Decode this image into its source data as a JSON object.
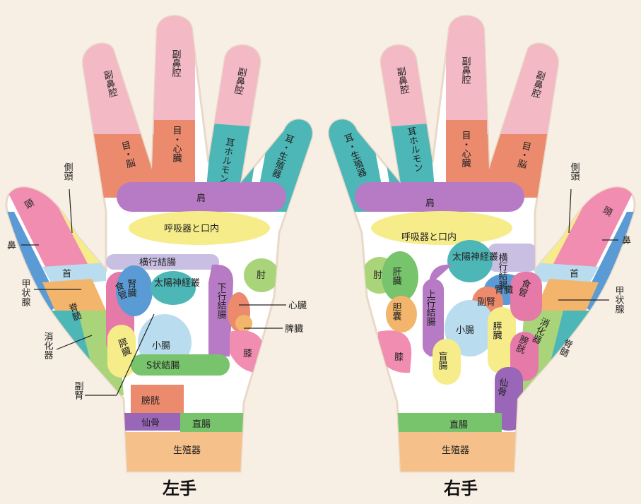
{
  "colors": {
    "background": "#f8efe4",
    "pink_light": "#f3b9c5",
    "salmon": "#ec8a6d",
    "teal": "#4db7b7",
    "purple": "#b77ac4",
    "lavender": "#c8bfe2",
    "yellow": "#f6ec8a",
    "lightgreen": "#a9d47a",
    "green": "#78c46c",
    "blue": "#5b9bd5",
    "lightblue": "#b9dcef",
    "orange": "#f2b56b",
    "magenta": "#e579a7",
    "pink": "#f28db2",
    "salmon_bottom": "#f5c089",
    "darkpurple": "#9a66b8"
  },
  "left_hand": {
    "caption": "左手",
    "fingers": {
      "index_tip": "副鼻腔",
      "index_mid": "目・脳",
      "middle_tip": "副鼻腔",
      "middle_mid": "目・心臓",
      "ring_tip": "副鼻腔",
      "ring_mid": "耳ホルモン",
      "pinky_mid": "耳・生殖器"
    },
    "thumb": {
      "top": "頭",
      "side": "側頭",
      "nose": "鼻",
      "neck": "首",
      "thyroid": "甲状腺",
      "spine": "脊髄",
      "digestive": "消化器",
      "esophagus": "食管",
      "pancreas": "膵臓",
      "adrenal": "副腎"
    },
    "palm": {
      "shoulder": "肩",
      "respiratory": "呼吸器と口内",
      "transverse_colon": "横行結腸",
      "kidney": "腎臓",
      "solar_plexus": "太陽神経叢",
      "descending_colon": "下行結腸",
      "heart": "心臓",
      "spleen": "脾臓",
      "elbow": "肘",
      "knee": "膝",
      "small_intestine": "小腸",
      "sigmoid_colon": "S状結腸",
      "bladder": "膀胱",
      "sacrum": "仙骨",
      "rectum": "直腸",
      "reproductive": "生殖器"
    }
  },
  "right_hand": {
    "caption": "右手",
    "fingers": {
      "pinky_mid": "耳・生殖器",
      "ring_tip": "副鼻腔",
      "ring_mid": "耳ホルモン",
      "middle_tip": "副鼻腔",
      "middle_mid": "目・心臓",
      "index_tip": "副鼻腔",
      "index_mid": "目・脳"
    },
    "thumb": {
      "top": "頭",
      "side": "側頭",
      "nose": "鼻",
      "neck": "首",
      "thyroid": "甲状腺",
      "spine": "脊髄",
      "digestive": "消化器",
      "esophagus": "食管",
      "bladder": "膀胱",
      "sacrum": "仙骨"
    },
    "palm": {
      "shoulder": "肩",
      "respiratory": "呼吸器と口内",
      "transverse_colon": "横行結腸",
      "solar_plexus": "太陽神経叢",
      "elbow": "肘",
      "liver": "肝臓",
      "gallbladder": "胆嚢",
      "ascending_colon": "上行結腸",
      "kidney": "腎臓",
      "adrenal": "副腎",
      "small_intestine": "小腸",
      "pancreas": "膵臓",
      "knee": "膝",
      "appendix": "盲腸",
      "rectum": "直腸",
      "reproductive": "生殖器"
    }
  }
}
